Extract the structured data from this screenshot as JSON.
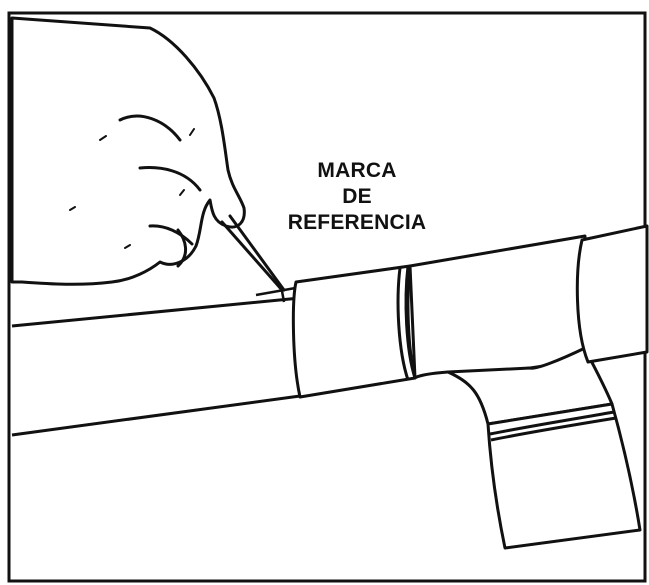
{
  "callout": {
    "line1": "MARCA",
    "line2": "DE",
    "line3": "REFERENCIA"
  },
  "colors": {
    "ink": "#111111",
    "paper": "#ffffff"
  }
}
